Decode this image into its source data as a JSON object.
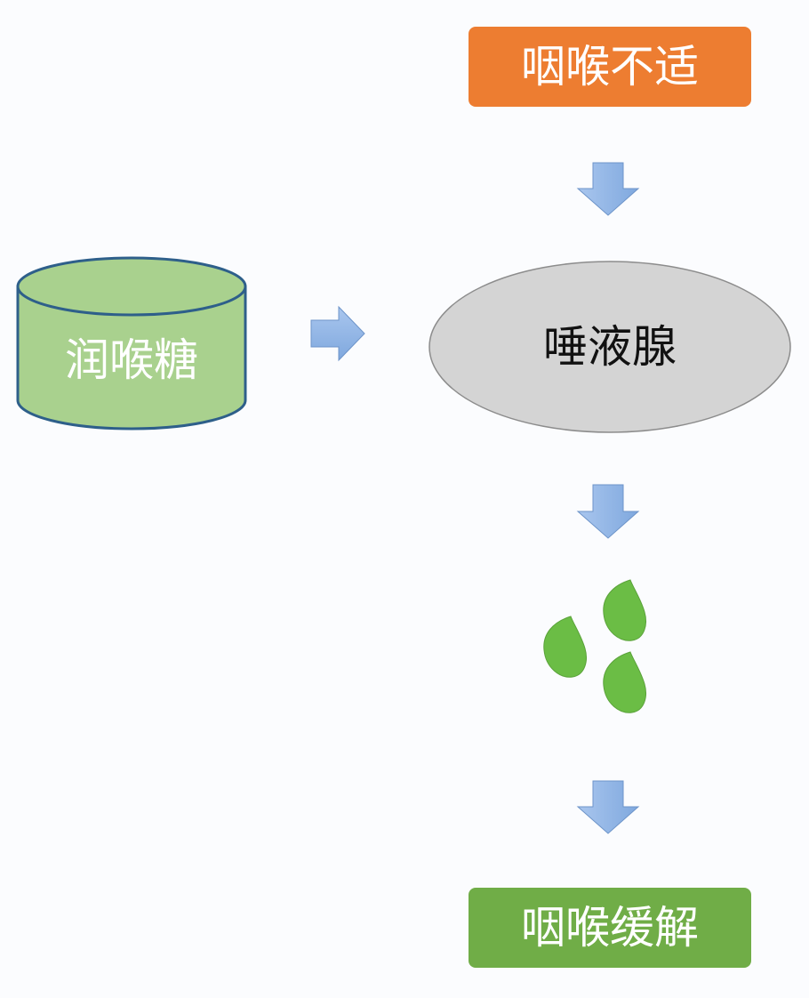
{
  "nodes": {
    "throat_discomfort": "咽喉不适",
    "lozenge": "润喉糖",
    "salivary_gland": "唾液腺",
    "throat_relief": "咽喉缓解"
  },
  "colors": {
    "orange": "#ed7d31",
    "green_box": "#70ad47",
    "cylinder_fill": "#a9d18e",
    "cylinder_border": "#2e5f8a",
    "ellipse_fill": "#d9d9d9",
    "arrow": "#8fb4e3",
    "drop": "#6bbd45"
  }
}
